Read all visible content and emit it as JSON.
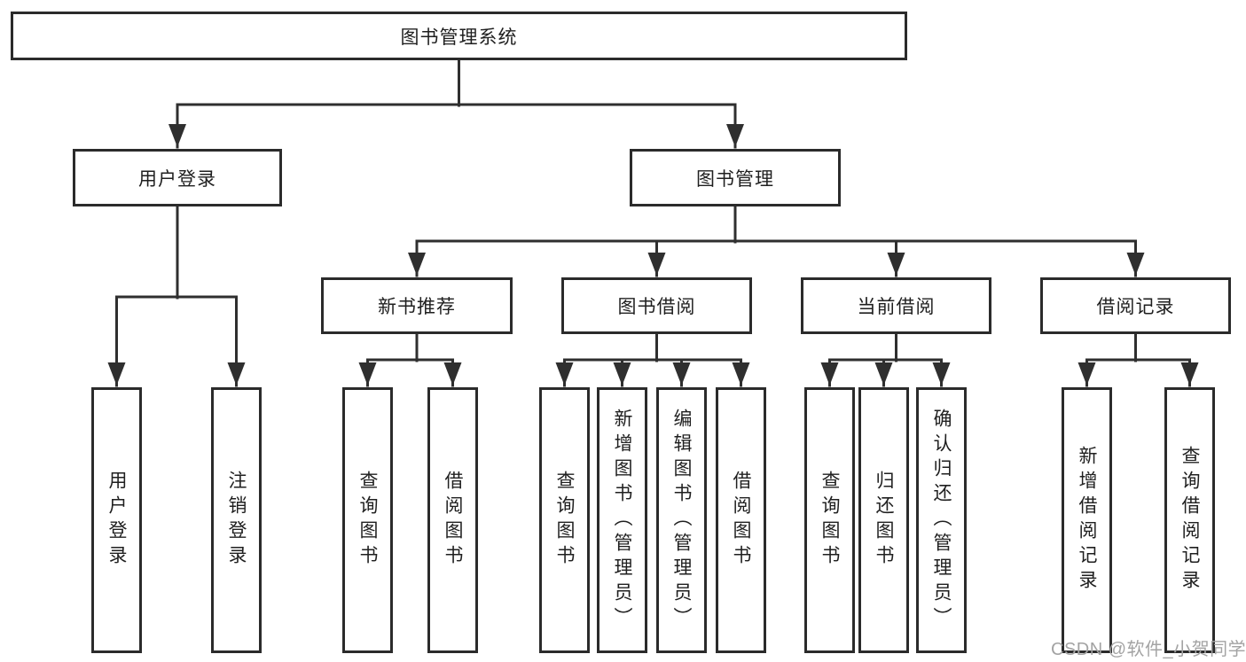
{
  "diagram": {
    "title": "图书管理系统",
    "root": {
      "label": "图书管理系统"
    },
    "level2": [
      {
        "label": "用户登录"
      },
      {
        "label": "图书管理"
      }
    ],
    "level3": [
      {
        "label": "新书推荐"
      },
      {
        "label": "图书借阅"
      },
      {
        "label": "当前借阅"
      },
      {
        "label": "借阅记录"
      }
    ],
    "leaf_groups": {
      "user_login": [
        "用户登录",
        "注销登录"
      ],
      "new_book_recommend": [
        "查询图书",
        "借阅图书"
      ],
      "book_borrowing": [
        "查询图书",
        "新增图书（管理员）",
        "编辑图书（管理员）",
        "借阅图书"
      ],
      "current_borrowing": [
        "查询图书",
        "归还图书",
        "确认归还（管理员）"
      ],
      "borrow_records": [
        "新增借阅记录",
        "查询借阅记录"
      ]
    }
  },
  "watermark": {
    "text": "CSDN @软件_小贺同学"
  },
  "colors": {
    "line": "#2f2f2f",
    "border": "#2b2b2b",
    "text": "#1f1f1f",
    "watermark": "#a3a3a3",
    "background": "#ffffff"
  }
}
